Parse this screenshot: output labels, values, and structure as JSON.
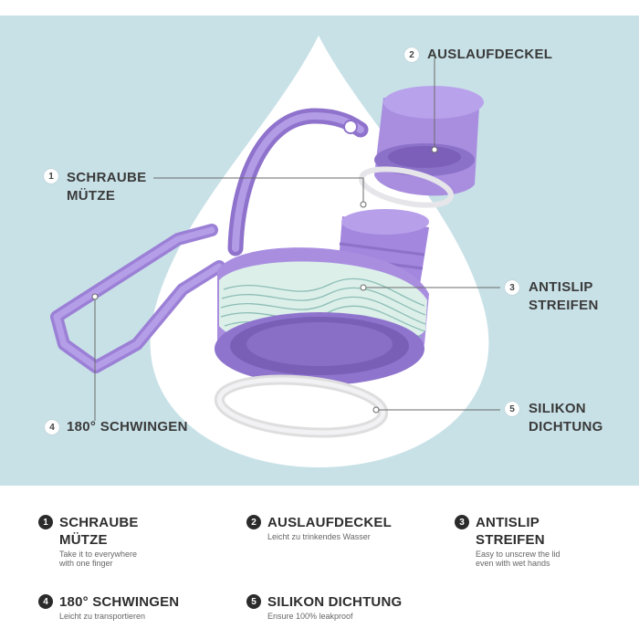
{
  "callouts": [
    {
      "num": "1",
      "line1": "SCHRAUBE",
      "line2": "MÜTZE"
    },
    {
      "num": "2",
      "line1": "AUSLAUFDECKEL",
      "line2": ""
    },
    {
      "num": "3",
      "line1": "ANTISLIP",
      "line2": "STREIFEN"
    },
    {
      "num": "4",
      "line1": "180° SCHWINGEN",
      "line2": ""
    },
    {
      "num": "5",
      "line1": "SILIKON",
      "line2": "DICHTUNG"
    }
  ],
  "features": [
    {
      "num": "1",
      "title1": "SCHRAUBE",
      "title2": "MÜTZE",
      "desc1": "Take it to everywhere",
      "desc2": "with one finger"
    },
    {
      "num": "2",
      "title1": "AUSLAUFDECKEL",
      "title2": "",
      "desc1": "Leicht zu trinkendes Wasser",
      "desc2": ""
    },
    {
      "num": "3",
      "title1": "ANTISLIP",
      "title2": "STREIFEN",
      "desc1": "Easy to unscrew the lid",
      "desc2": "even with wet hands"
    },
    {
      "num": "4",
      "title1": "180° SCHWINGEN",
      "title2": "",
      "desc1": "Leicht zu transportieren",
      "desc2": ""
    },
    {
      "num": "5",
      "title1": "SILIKON DICHTUNG",
      "title2": "",
      "desc1": "Ensure 100% leakproof",
      "desc2": ""
    }
  ],
  "colors": {
    "background": "#c8e1e7",
    "drop": "#ffffff",
    "product": "#a98ee0",
    "product_dark": "#7d63b8",
    "stripe": "#dcefe9"
  }
}
